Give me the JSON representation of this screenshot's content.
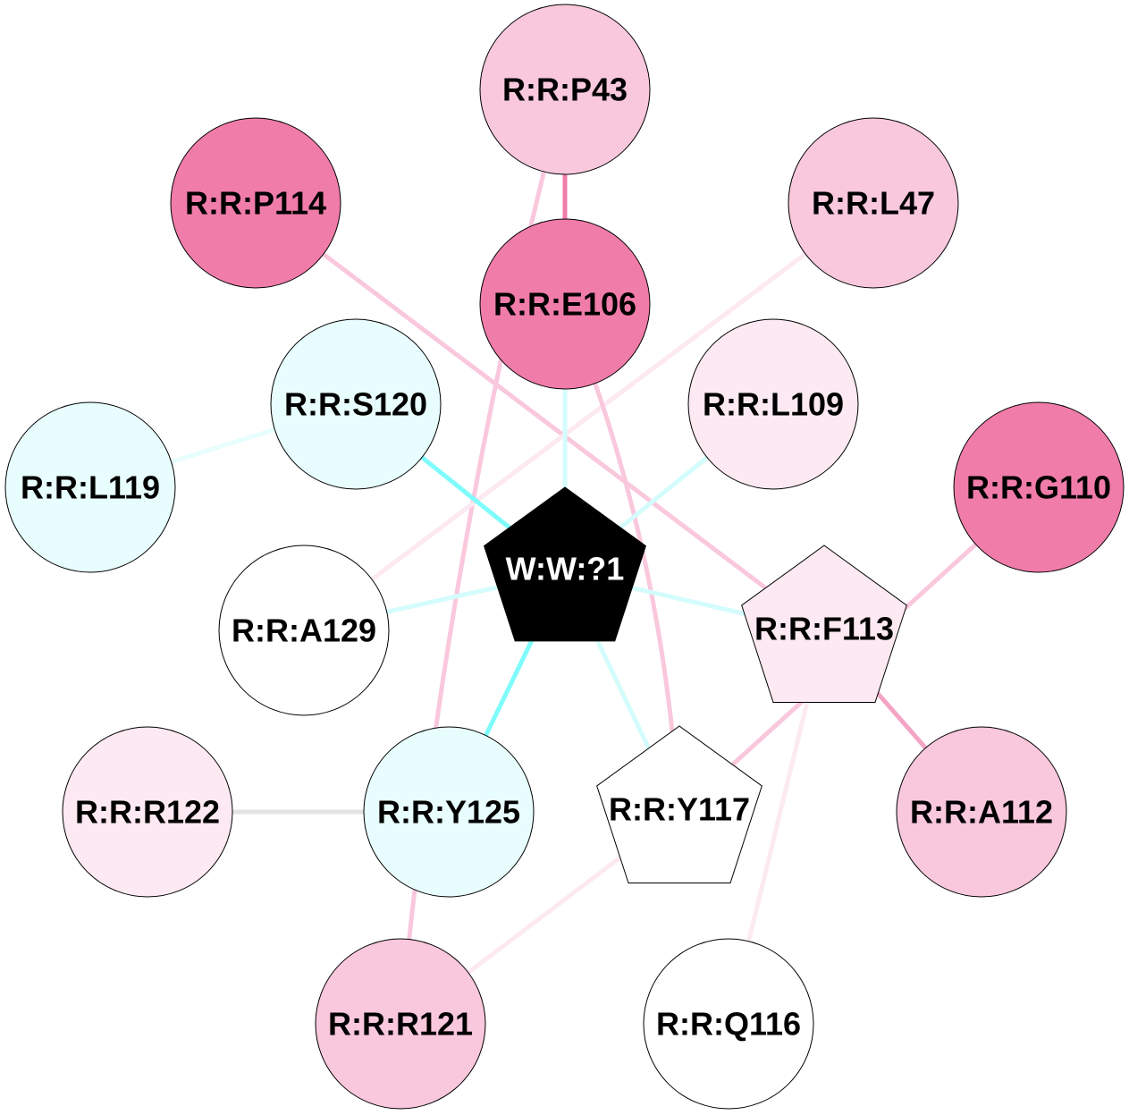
{
  "colors": {
    "dark_pink": "#f07caa",
    "light_pink": "#f9c8dc",
    "pale_pink": "#fce9f1",
    "pale_cyan": "#e8fdfd",
    "cyan": "#7ffbfb",
    "light_cyan": "#d4fcfc",
    "gray": "#e3e3e3",
    "white": "#ffffff",
    "black": "#000000"
  },
  "nodes": [
    {
      "id": "P43",
      "label": "R:R:P43",
      "shape": "circle",
      "fill": "#f9c8dc",
      "text": "#000"
    },
    {
      "id": "P114",
      "label": "R:R:P114",
      "shape": "circle",
      "fill": "#f07caa",
      "text": "#000"
    },
    {
      "id": "L47",
      "label": "R:R:L47",
      "shape": "circle",
      "fill": "#f9c8dc",
      "text": "#000"
    },
    {
      "id": "E106",
      "label": "R:R:E106",
      "shape": "circle",
      "fill": "#f07caa",
      "text": "#000"
    },
    {
      "id": "S120",
      "label": "R:R:S120",
      "shape": "circle",
      "fill": "#e8fdfd",
      "text": "#000"
    },
    {
      "id": "L109",
      "label": "R:R:L109",
      "shape": "circle",
      "fill": "#fce9f1",
      "text": "#000"
    },
    {
      "id": "L119",
      "label": "R:R:L119",
      "shape": "circle",
      "fill": "#e8fdfd",
      "text": "#000"
    },
    {
      "id": "G110",
      "label": "R:R:G110",
      "shape": "circle",
      "fill": "#f07caa",
      "text": "#000"
    },
    {
      "id": "W1",
      "label": "W:W:?1",
      "shape": "pentagon",
      "fill": "#000000",
      "text": "#fff"
    },
    {
      "id": "A129",
      "label": "R:R:A129",
      "shape": "circle",
      "fill": "#ffffff",
      "text": "#000"
    },
    {
      "id": "F113",
      "label": "R:R:F113",
      "shape": "pentagon",
      "fill": "#fce9f1",
      "text": "#000"
    },
    {
      "id": "R122",
      "label": "R:R:R122",
      "shape": "circle",
      "fill": "#fce9f1",
      "text": "#000"
    },
    {
      "id": "Y125",
      "label": "R:R:Y125",
      "shape": "circle",
      "fill": "#e8fdfd",
      "text": "#000"
    },
    {
      "id": "Y117",
      "label": "R:R:Y117",
      "shape": "pentagon",
      "fill": "#ffffff",
      "text": "#000"
    },
    {
      "id": "A112",
      "label": "R:R:A112",
      "shape": "circle",
      "fill": "#f9c8dc",
      "text": "#000"
    },
    {
      "id": "R121",
      "label": "R:R:R121",
      "shape": "circle",
      "fill": "#f9c8dc",
      "text": "#000"
    },
    {
      "id": "Q116",
      "label": "R:R:Q116",
      "shape": "circle",
      "fill": "#ffffff",
      "text": "#000"
    }
  ],
  "edges": [
    {
      "from": "P43",
      "to": "E106",
      "color": "#f07caa"
    },
    {
      "from": "P43",
      "to": "R121",
      "color": "#f9c8dc",
      "curved": true
    },
    {
      "from": "P114",
      "to": "F113",
      "color": "#f9c8dc"
    },
    {
      "from": "L47",
      "to": "A129",
      "color": "#fce9f1"
    },
    {
      "from": "E106",
      "to": "W1",
      "color": "#d4fcfc"
    },
    {
      "from": "E106",
      "to": "Y117",
      "color": "#f9c8dc",
      "curved": true
    },
    {
      "from": "S120",
      "to": "L119",
      "color": "#e8fdfd"
    },
    {
      "from": "S120",
      "to": "W1",
      "color": "#7ffbfb"
    },
    {
      "from": "L109",
      "to": "W1",
      "color": "#d4fcfc"
    },
    {
      "from": "G110",
      "to": "Y117",
      "color": "#f9c8dc"
    },
    {
      "from": "W1",
      "to": "A129",
      "color": "#d4fcfc"
    },
    {
      "from": "W1",
      "to": "F113",
      "color": "#d4fcfc"
    },
    {
      "from": "W1",
      "to": "Y125",
      "color": "#7ffbfb"
    },
    {
      "from": "W1",
      "to": "Y117",
      "color": "#d4fcfc"
    },
    {
      "from": "F113",
      "to": "A112",
      "color": "#f4a5c5"
    },
    {
      "from": "F113",
      "to": "Q116",
      "color": "#fce9f1"
    },
    {
      "from": "R122",
      "to": "Y125",
      "color": "#e3e3e3"
    },
    {
      "from": "Y117",
      "to": "R121",
      "color": "#fce9f1"
    }
  ]
}
